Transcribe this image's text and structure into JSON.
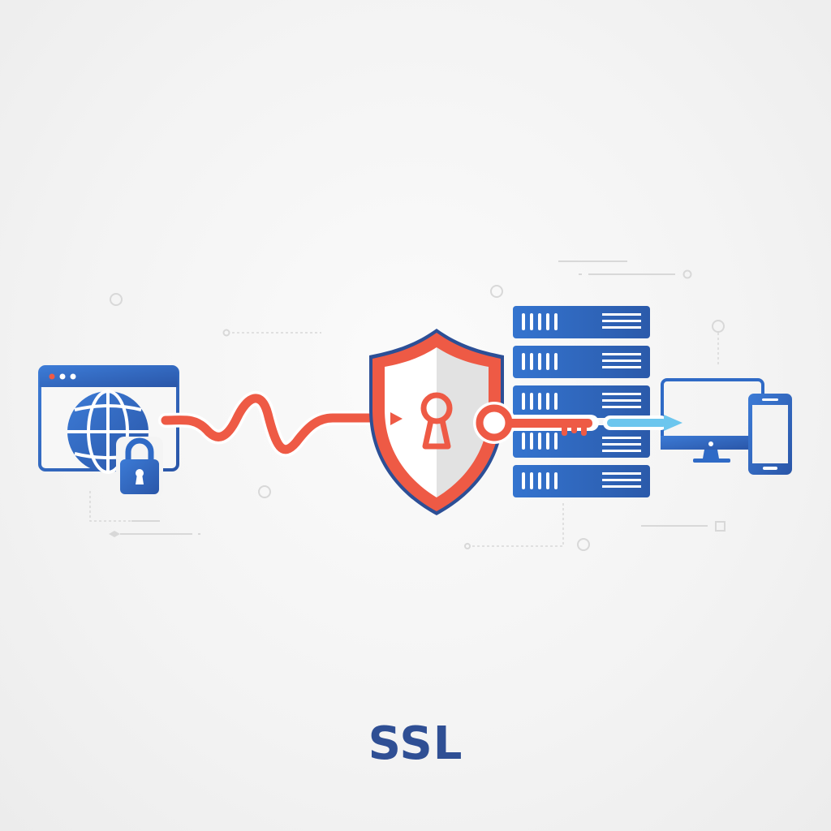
{
  "title": "SSL",
  "colors": {
    "primary_blue": "#2f6ac6",
    "dark_blue": "#2c4f96",
    "accent_red": "#ee5a45",
    "light_blue_arrow": "#6cc6ee",
    "decor_gray": "#d6d6d6",
    "background": "#f4f4f4"
  },
  "nodes": [
    {
      "id": "browser",
      "label": "browser-window-with-globe-and-padlock"
    },
    {
      "id": "shield",
      "label": "security-shield-with-keyhole"
    },
    {
      "id": "key",
      "label": "encryption-key"
    },
    {
      "id": "server",
      "label": "server-rack"
    },
    {
      "id": "devices",
      "label": "desktop-monitor-and-smartphone"
    }
  ],
  "connections": [
    {
      "from": "browser",
      "to": "shield",
      "style": "red-wavy-line"
    },
    {
      "from": "shield",
      "to": "server",
      "style": "key"
    },
    {
      "from": "server",
      "to": "devices",
      "style": "light-blue-arrow"
    }
  ],
  "server_units": 5
}
